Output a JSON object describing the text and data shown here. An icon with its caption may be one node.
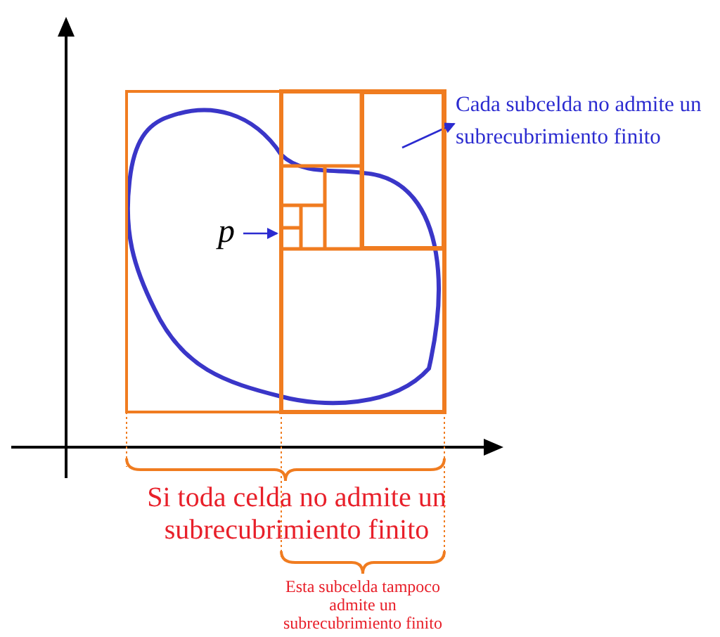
{
  "diagram": {
    "nodes": [
      {
        "text": [
          "Cada subcelda no admite un subrecubrimiento finito"
        ]
      },
      {
        "text": [],
        "shape": "box"
      },
      {
        "text": [
          "p"
        ]
      }
    ],
    "edges": [
      {
        "from": 1,
        "to": 0,
        "arrow": "to"
      },
      {
        "from": 2,
        "to": null,
        "arrow": "to"
      }
    ],
    "labels": [
      "Si toda celda no admite un subrecubrimiento finito",
      "Esta subcelda tampoco admite un subrecubrimiento finito"
    ]
  }
}
